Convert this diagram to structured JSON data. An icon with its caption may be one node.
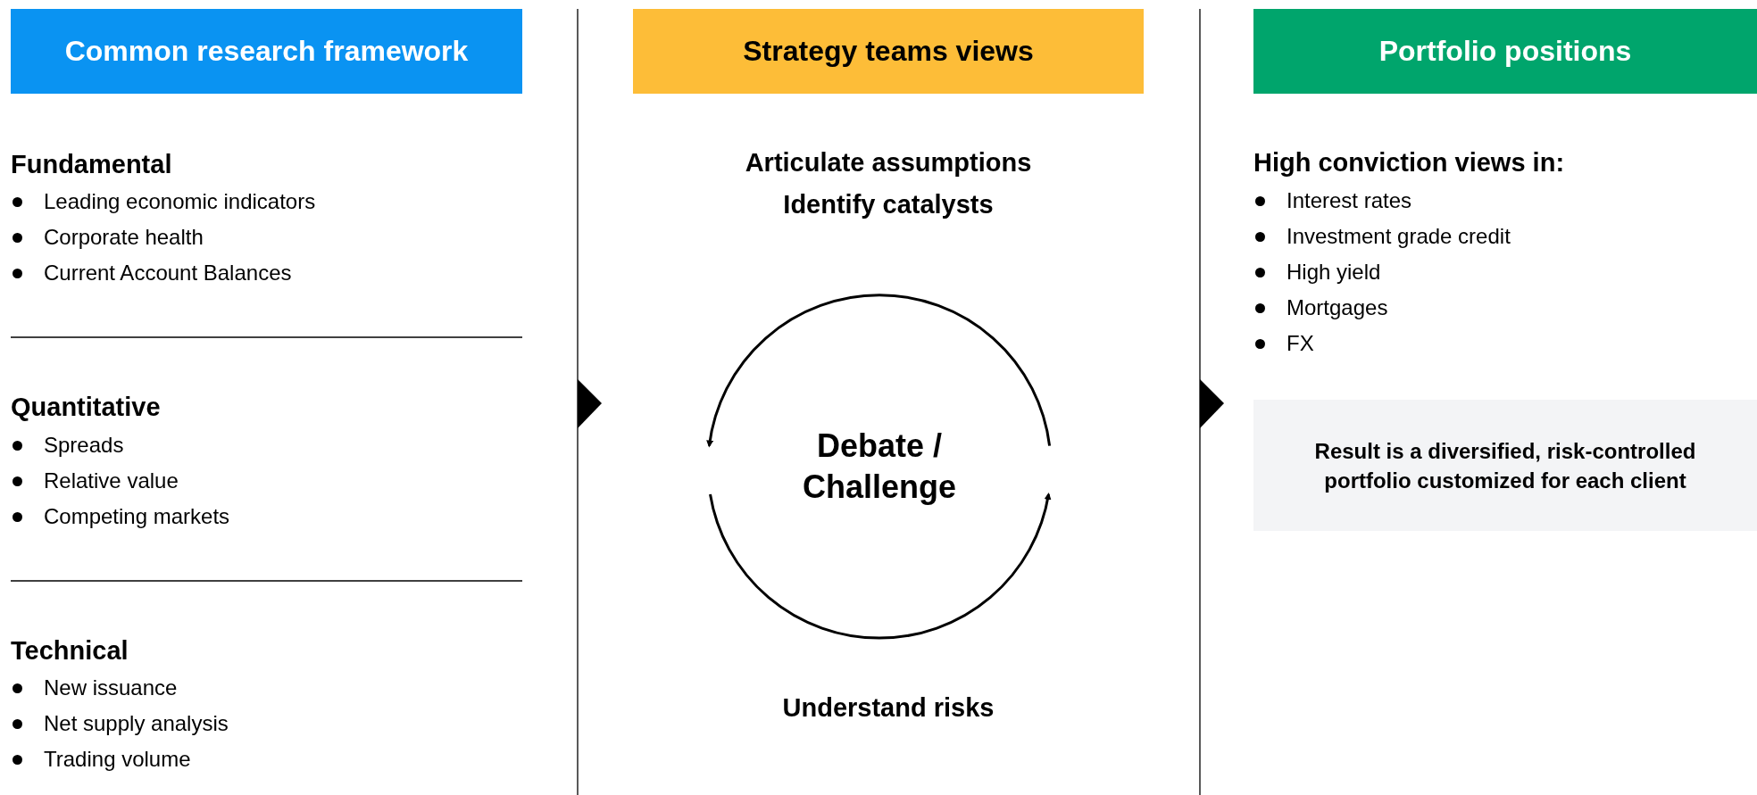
{
  "diagram": {
    "nodes": [
      {
        "text": [
          "Common research framework"
        ]
      },
      {
        "text": [
          "Strategy teams views"
        ]
      },
      {
        "text": [
          "Portfolio positions"
        ]
      },
      {
        "text": [
          "Debate / Challenge"
        ]
      },
      {
        "text": [
          "Result is a diversified, risk-controlled portfolio customized for each client"
        ]
      }
    ],
    "labels": [
      "Fundamental",
      "Leading economic indicators",
      "Corporate health",
      "Current Account Balances",
      "Quantitative",
      "Spreads",
      "Relative value",
      "Competing markets",
      "Technical",
      "New issuance",
      "Net supply analysis",
      "Trading volume",
      "Articulate assumptions",
      "Identify catalysts",
      "Understand risks",
      "High conviction views in:",
      "Interest rates",
      "Investment grade credit",
      "High yield",
      "Mortgages",
      "FX"
    ]
  }
}
